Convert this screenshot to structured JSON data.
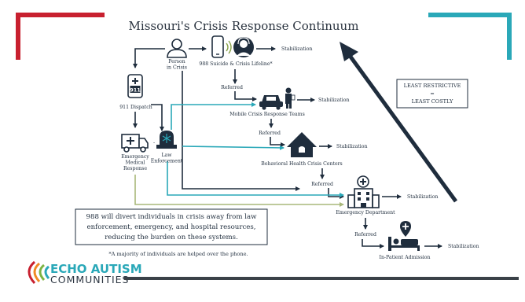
{
  "title": "Missouri's Crisis Response Continuum",
  "colors": {
    "navy": "#1f2d3d",
    "teal": "#2aa8b8",
    "red": "#c8202f",
    "olive": "#a8b87a",
    "dark_bar": "#3a4148"
  },
  "nodes": {
    "person": "Person\nin Crisis",
    "lifeline": "988 Suicide & Crisis Lifeline*",
    "dispatch": "911 Dispatch",
    "dispatch_icon_text": "911",
    "mobile": "Mobile Crisis Response Teams",
    "ems": "Emergency\nMedical\nResponse",
    "law": "Law\nEnforcement",
    "bhcc": "Behavioral Health Crisis Centers",
    "ed": "Emergency Department",
    "inpatient": "In-Patient Admission"
  },
  "labels": {
    "stabilization": "Stabilization",
    "referred": "Referred",
    "dash": "-"
  },
  "restrictive": {
    "line1": "LEAST RESTRICTIVE",
    "line2": "=",
    "line3": "LEAST COSTLY"
  },
  "info_box": {
    "line1": "988 will divert individuals in crisis away from law",
    "line2": "enforcement, emergency, and hospital resources,",
    "line3": "reducing the burden on these systems."
  },
  "footnote": "*A majority of individuals are helped over the phone.",
  "logo": {
    "line1": "ECHO AUTISM",
    "line2": "COMMUNITIES"
  }
}
